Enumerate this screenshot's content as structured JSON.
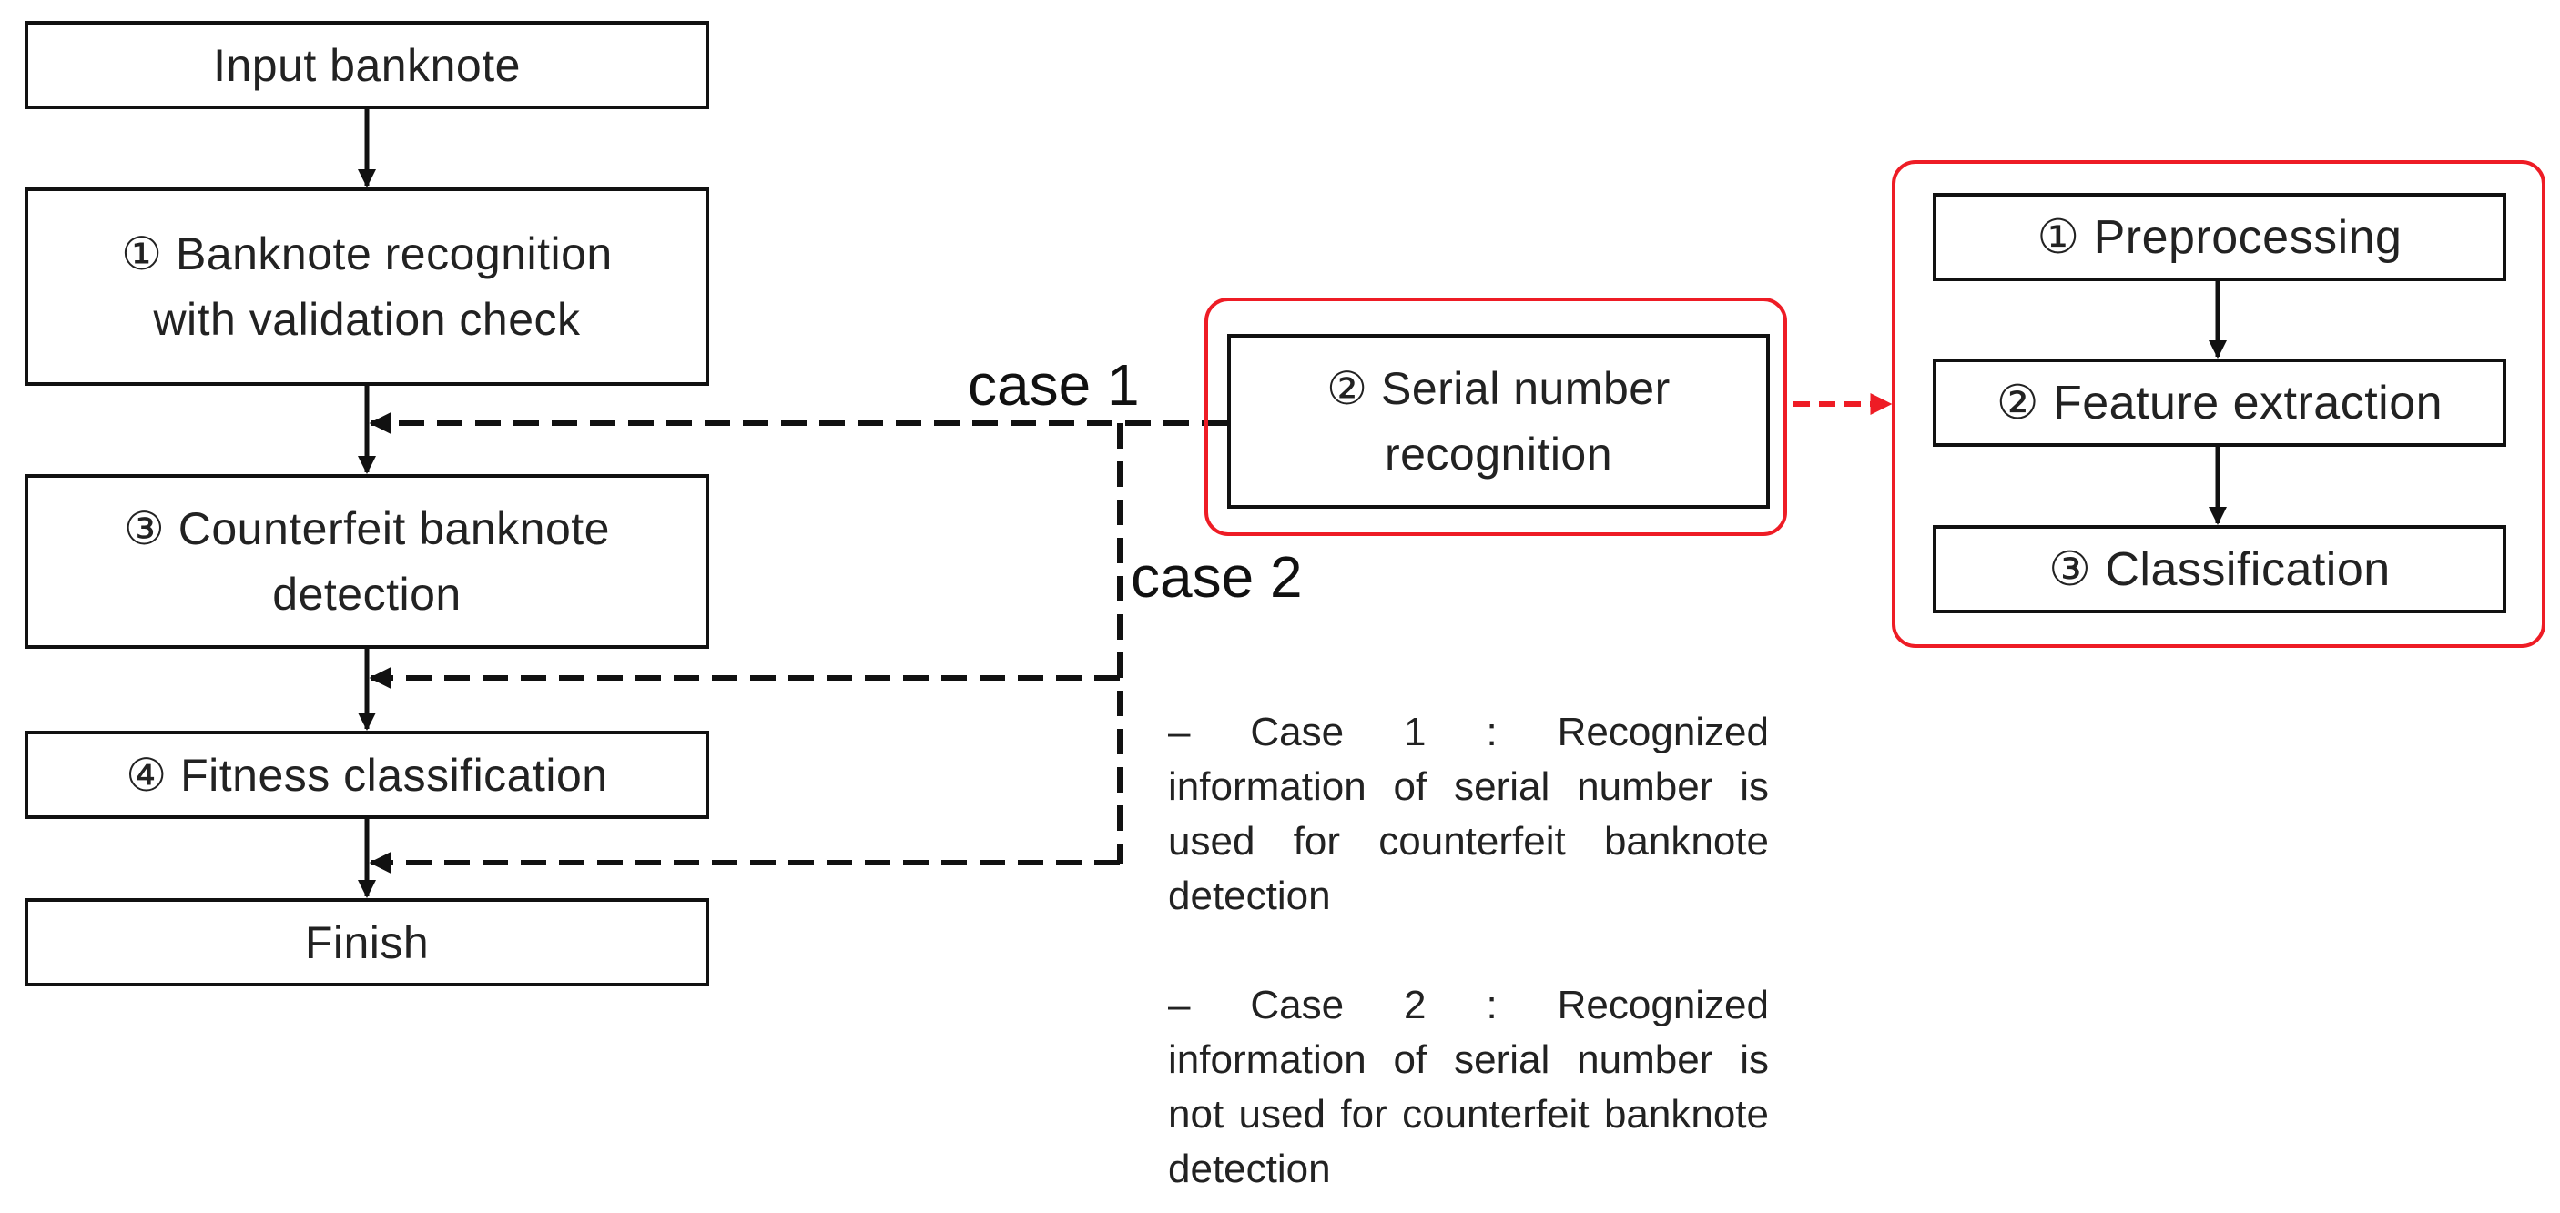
{
  "flow": {
    "input": "Input banknote",
    "recognition": [
      "① Banknote recognition",
      "with validation check"
    ],
    "counterfeit": [
      "③ Counterfeit banknote",
      "detection"
    ],
    "fitness": "④ Fitness classification",
    "finish": "Finish"
  },
  "serial": [
    "② Serial number",
    "recognition"
  ],
  "serial_steps": {
    "preprocessing": "① Preprocessing",
    "feature_extraction": "② Feature extraction",
    "classification": "③ Classification"
  },
  "case_labels": {
    "case1": "case 1",
    "case2": "case 2"
  },
  "notes": {
    "case1": "– Case 1 : Recognized information of serial number is used for counterfeit banknote detection",
    "case2": "– Case 2 : Recognized information of serial number is not used for counterfeit banknote detection"
  },
  "colors": {
    "accent_red": "#ee1c25",
    "line": "#111111",
    "text": "#222222"
  }
}
